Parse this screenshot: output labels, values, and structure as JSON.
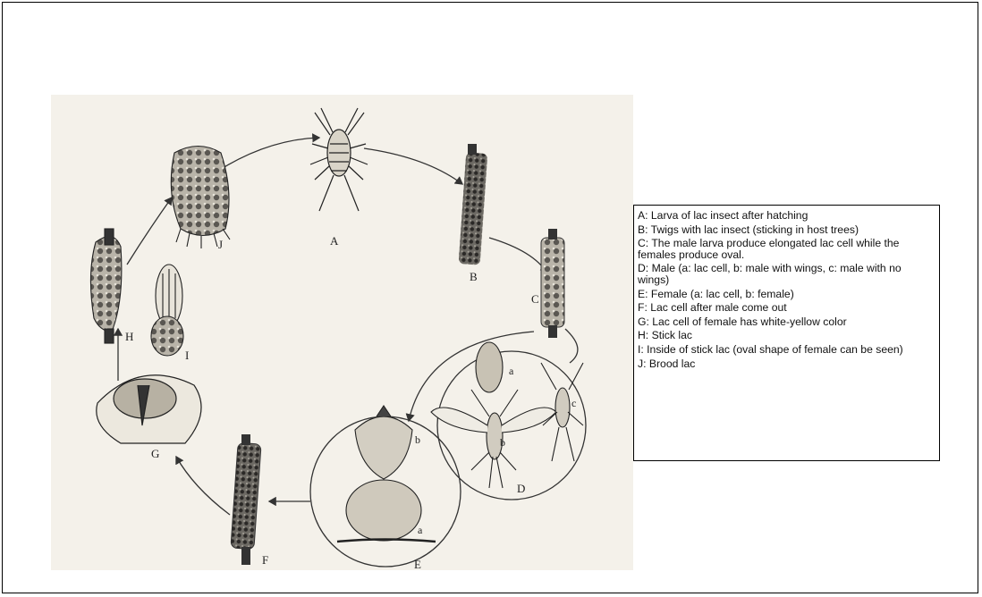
{
  "figure": {
    "stage_letters": [
      "A",
      "B",
      "C",
      "D",
      "E",
      "F",
      "G",
      "H",
      "I",
      "J"
    ],
    "sub_letters": {
      "D_a": "a",
      "D_b": "b",
      "D_c": "c",
      "E_a": "a",
      "E_b": "b"
    }
  },
  "legend": {
    "items": [
      "A: Larva of lac insect after hatching",
      "B: Twigs with lac insect (sticking in host trees)",
      "C: The male larva produce elongated lac cell while the females produce oval.",
      "D: Male (a: lac cell, b: male with wings, c: male with no wings)",
      "E: Female (a: lac cell, b: female)",
      "F: Lac cell after male come out",
      "G: Lac cell of female has white-yellow color",
      "H: Stick lac",
      "I: Inside of stick lac (oval shape of female can be seen)",
      "J: Brood lac"
    ]
  }
}
